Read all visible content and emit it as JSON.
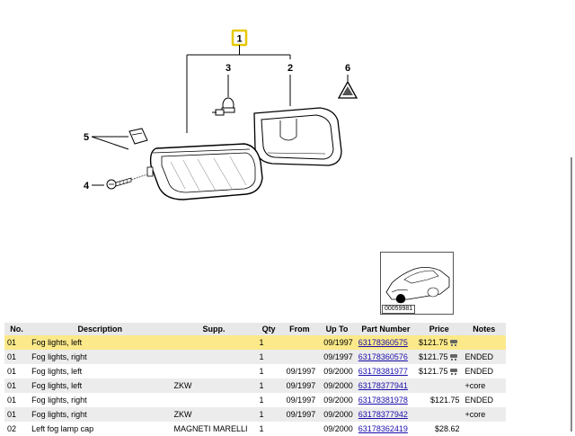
{
  "diagram": {
    "callouts": [
      "1",
      "2",
      "3",
      "4",
      "5",
      "6"
    ],
    "thumbnail_code": "00059981"
  },
  "table": {
    "headers": {
      "no": "No.",
      "description": "Description",
      "supp": "Supp.",
      "qty": "Qty",
      "from": "From",
      "upto": "Up To",
      "part_number": "Part Number",
      "price": "Price",
      "notes": "Notes"
    },
    "rows": [
      {
        "no": "01",
        "description": "Fog lights, left",
        "supp": "",
        "qty": "1",
        "from": "",
        "upto": "09/1997",
        "part_number": "63178360575",
        "price": "$121.75",
        "cart": true,
        "notes": ""
      },
      {
        "no": "01",
        "description": "Fog lights, right",
        "supp": "",
        "qty": "1",
        "from": "",
        "upto": "09/1997",
        "part_number": "63178360576",
        "price": "$121.75",
        "cart": true,
        "notes": "ENDED"
      },
      {
        "no": "01",
        "description": "Fog lights, left",
        "supp": "",
        "qty": "1",
        "from": "09/1997",
        "upto": "09/2000",
        "part_number": "63178381977",
        "price": "$121.75",
        "cart": true,
        "notes": "ENDED"
      },
      {
        "no": "01",
        "description": "Fog lights, left",
        "supp": "ZKW",
        "qty": "1",
        "from": "09/1997",
        "upto": "09/2000",
        "part_number": "63178377941",
        "price": "",
        "cart": false,
        "notes": "+core"
      },
      {
        "no": "01",
        "description": "Fog lights, right",
        "supp": "",
        "qty": "1",
        "from": "09/1997",
        "upto": "09/2000",
        "part_number": "63178381978",
        "price": "$121.75",
        "cart": false,
        "notes": "ENDED"
      },
      {
        "no": "01",
        "description": "Fog lights, right",
        "supp": "ZKW",
        "qty": "1",
        "from": "09/1997",
        "upto": "09/2000",
        "part_number": "63178377942",
        "price": "",
        "cart": false,
        "notes": "+core"
      },
      {
        "no": "02",
        "description": "Left fog lamp cap",
        "supp": "MAGNETI MARELLI",
        "qty": "1",
        "from": "",
        "upto": "09/2000",
        "part_number": "63178362419",
        "price": "$28.62",
        "cart": false,
        "notes": ""
      }
    ]
  }
}
